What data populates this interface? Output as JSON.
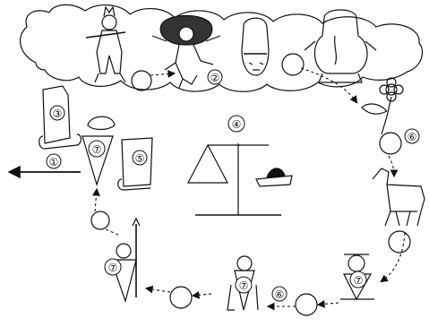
{
  "labels": {
    "one": "①",
    "two": "②",
    "three": "③",
    "four": "④",
    "five": "⑤",
    "six": "⑥",
    "seven": "⑦"
  },
  "colors": {
    "ink": "#111111",
    "paper": "#ffffff"
  }
}
